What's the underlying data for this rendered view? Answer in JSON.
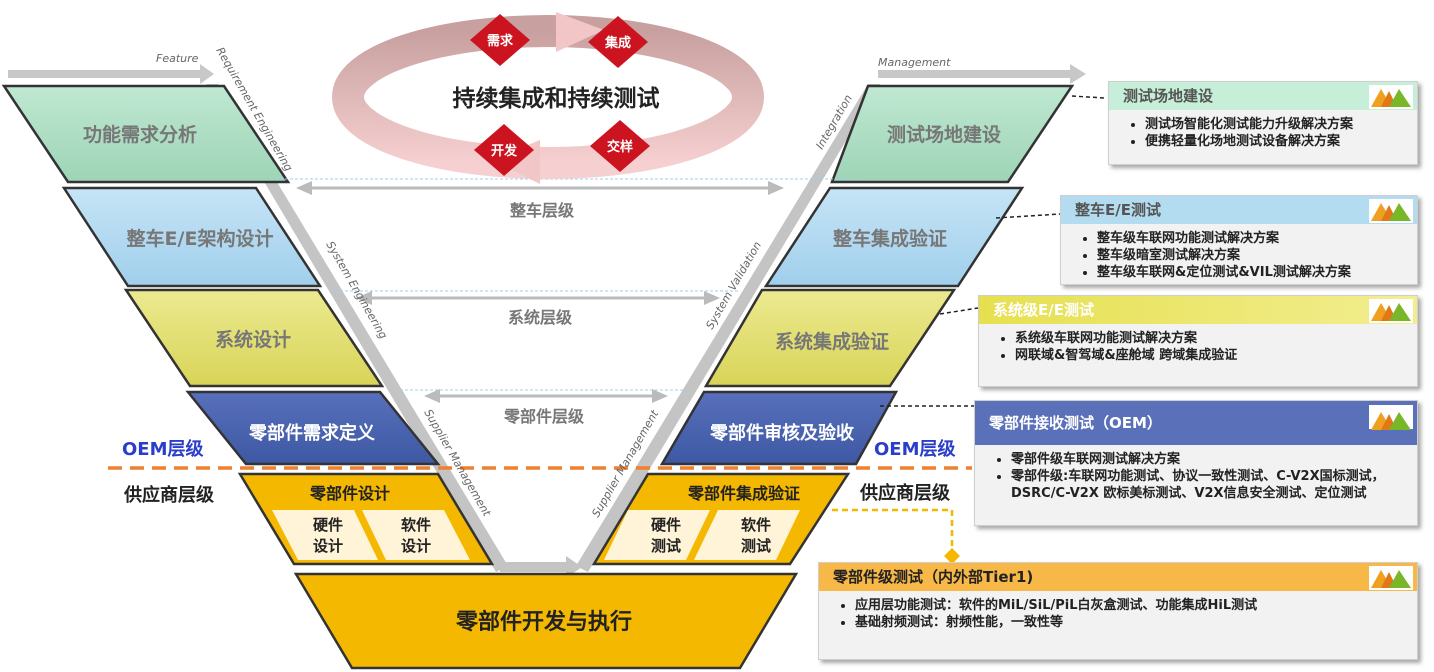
{
  "cycle": {
    "title": "持续集成和持续测试",
    "tags": [
      "需求",
      "集成",
      "开发",
      "交样"
    ]
  },
  "v_left": [
    "功能需求分析",
    "整车E/E架构设计",
    "系统设计",
    "零部件需求定义"
  ],
  "v_right": [
    "测试场地建设",
    "整车集成验证",
    "系统集成验证",
    "零部件审核及验收"
  ],
  "supplier_left": {
    "title": "零部件设计",
    "sub1": "硬件\n设计",
    "sub2": "软件\n设计"
  },
  "supplier_right": {
    "title": "零部件集成验证",
    "sub1": "硬件\n测试",
    "sub2": "软件\n测试"
  },
  "bottom": "零部件开发与执行",
  "levels": [
    "整车层级",
    "系统层级",
    "零部件层级"
  ],
  "oem_label": "OEM层级",
  "supplier_label": "供应商层级",
  "diag_labels": {
    "feature": "Feature",
    "req_eng": "Requirement Engineering",
    "sys_eng": "System Engineering",
    "sup_mgmt": "Supplier Management",
    "management": "Management",
    "integration": "Integration",
    "sys_val": "System Validation",
    "sup_mgmt_r": "Supplier Management"
  },
  "boxes": [
    {
      "title": "测试场地建设",
      "color": "#c6eed8",
      "text_color": "#555555",
      "items": [
        "测试场智能化测试能力升级解决方案",
        "便携轻量化场地测试设备解决方案"
      ]
    },
    {
      "title": "整车E/E测试",
      "color": "#b4dcf0",
      "text_color": "#555555",
      "items": [
        "整车级车联网功能测试解决方案",
        "整车级暗室测试解决方案",
        "整车级车联网&定位测试&VIL测试解决方案"
      ]
    },
    {
      "title": "系统级E/E测试",
      "color": "#e6e050",
      "text_color": "#ffffff",
      "items": [
        "系统级车联网功能测试解决方案",
        "网联域&智驾域&座舱域 跨域集成验证"
      ]
    },
    {
      "title": "零部件接收测试（OEM）",
      "color": "#5a70b8",
      "text_color": "#ffffff",
      "items": [
        "零部件级车联网测试解决方案",
        "零部件级:车联网功能测试、协议一致性测试、C-V2X国标测试，DSRC/C-V2X 欧标美标测试、V2X信息安全测试、定位测试"
      ]
    },
    {
      "title": "零部件级测试（内外部Tier1)",
      "color": "#f8b848",
      "text_color": "#222222",
      "items": [
        "应用层功能测试：软件的MiL/SiL/PiL白灰盒测试、功能集成HiL测试",
        "基础射频测试：射频性能，一致性等"
      ]
    }
  ],
  "colors": {
    "green": "#a8dcc0",
    "blue": "#b0d8f0",
    "yellow": "#e0dc70",
    "navy": "#4a64b0",
    "gold": "#f5b800",
    "orange": "#f08030"
  }
}
